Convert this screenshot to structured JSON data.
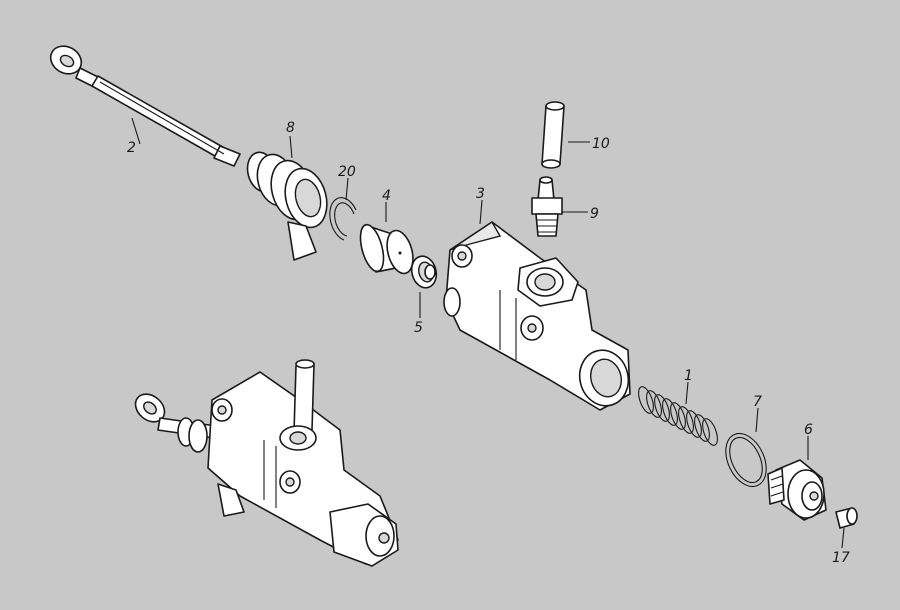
{
  "diagram": {
    "background_color": "#c8c8c8",
    "line_color": "#1a1a1a",
    "callouts": [
      {
        "key": "p1",
        "label": "1"
      },
      {
        "key": "p2",
        "label": "2"
      },
      {
        "key": "p3",
        "label": "3"
      },
      {
        "key": "p4",
        "label": "4"
      },
      {
        "key": "p5",
        "label": "5"
      },
      {
        "key": "p6",
        "label": "6"
      },
      {
        "key": "p7",
        "label": "7"
      },
      {
        "key": "p8",
        "label": "8"
      },
      {
        "key": "p9",
        "label": "9"
      },
      {
        "key": "p10",
        "label": "10"
      },
      {
        "key": "p17",
        "label": "17"
      },
      {
        "key": "p20",
        "label": "20"
      }
    ]
  }
}
